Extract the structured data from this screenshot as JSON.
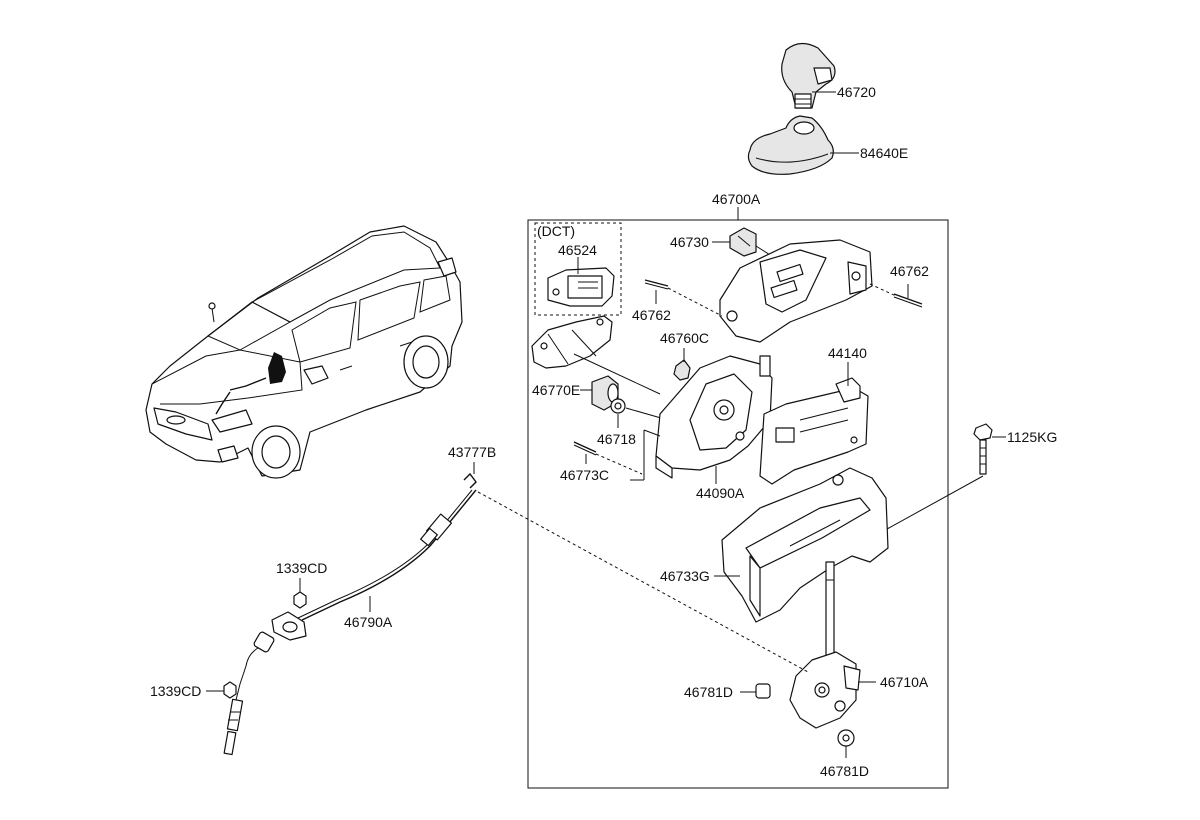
{
  "diagram": {
    "group_label": "46700A",
    "dct_label": "(DCT)",
    "parts": {
      "p46720": "46720",
      "p84640E": "84640E",
      "p46730": "46730",
      "p46762_right": "46762",
      "p46524": "46524",
      "p46762_left": "46762",
      "p46760C": "46760C",
      "p44140": "44140",
      "p46770E": "46770E",
      "p46718": "46718",
      "p1125KG": "1125KG",
      "p46773C": "46773C",
      "p44090A": "44090A",
      "p43777B": "43777B",
      "p1339CD_top": "1339CD",
      "p46790A": "46790A",
      "p46733G": "46733G",
      "p1339CD_bottom": "1339CD",
      "p46781D_left": "46781D",
      "p46710A": "46710A",
      "p46781D_bottom": "46781D"
    }
  }
}
